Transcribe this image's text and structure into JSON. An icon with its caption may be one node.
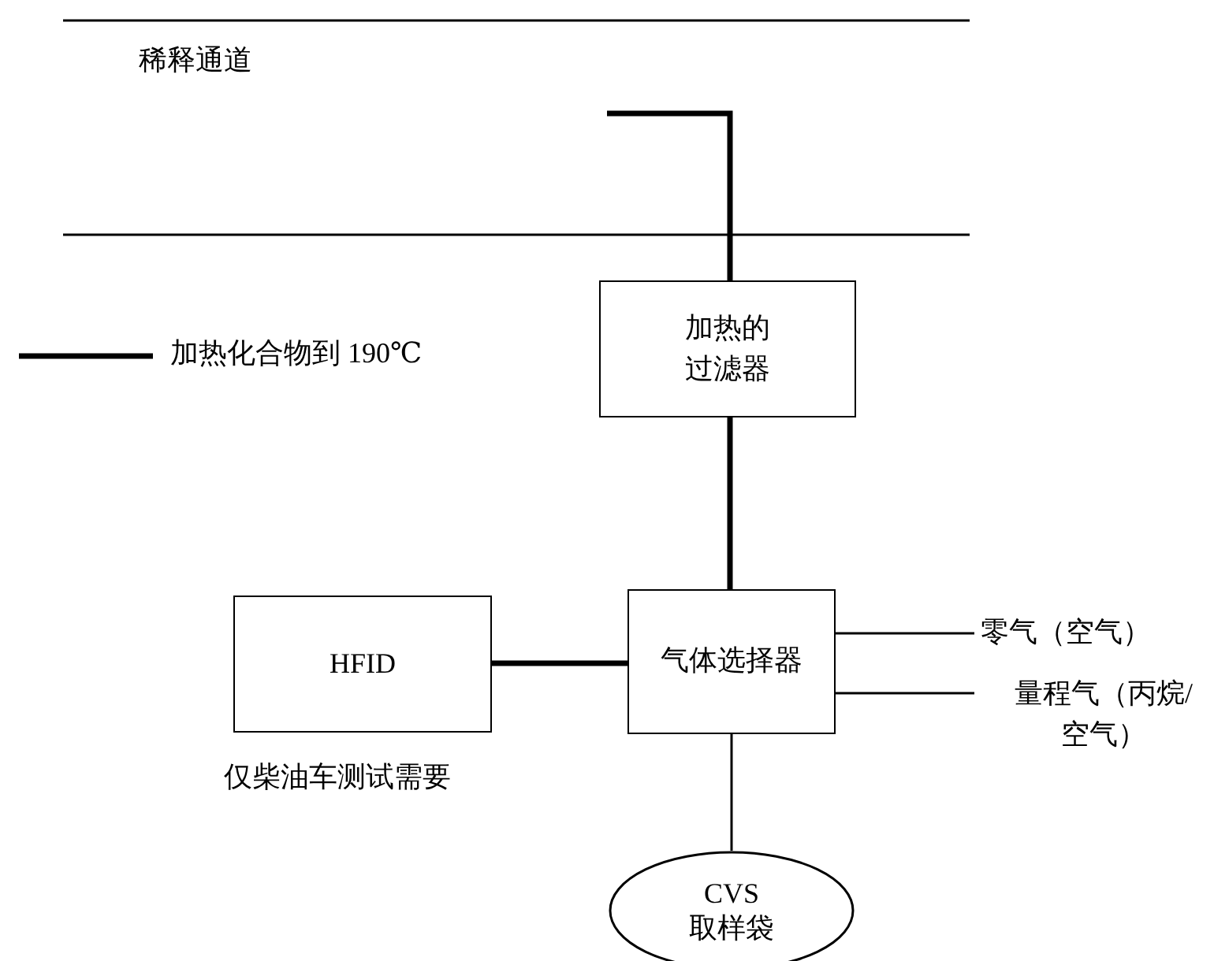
{
  "diagram": {
    "nodes": [
      {
        "text": [
          "加热的过滤器"
        ]
      },
      {
        "text": [
          "HFID"
        ],
        "beside": [
          "仅柴油车测试需要"
        ]
      },
      {
        "text": [
          "气体选择器"
        ]
      },
      {
        "text": [
          "零气（空气）"
        ]
      },
      {
        "text": [
          "量程气（丙烷/空气）"
        ]
      },
      {
        "text": [
          "CVS",
          "取样袋"
        ]
      }
    ],
    "edges": [
      {
        "from": null,
        "to": 0,
        "arrow": "none",
        "style": "thick"
      },
      {
        "from": 0,
        "to": 2,
        "arrow": "none",
        "style": "thick"
      },
      {
        "from": 1,
        "to": 2,
        "arrow": "none",
        "style": "thick"
      },
      {
        "from": 3,
        "to": 2,
        "arrow": "none"
      },
      {
        "from": 4,
        "to": 2,
        "arrow": "none"
      },
      {
        "from": 2,
        "to": 5,
        "arrow": "none"
      }
    ],
    "labels": [
      "稀释通道"
    ],
    "legend": [
      {
        "text": "加热化合物到 190℃"
      }
    ]
  }
}
